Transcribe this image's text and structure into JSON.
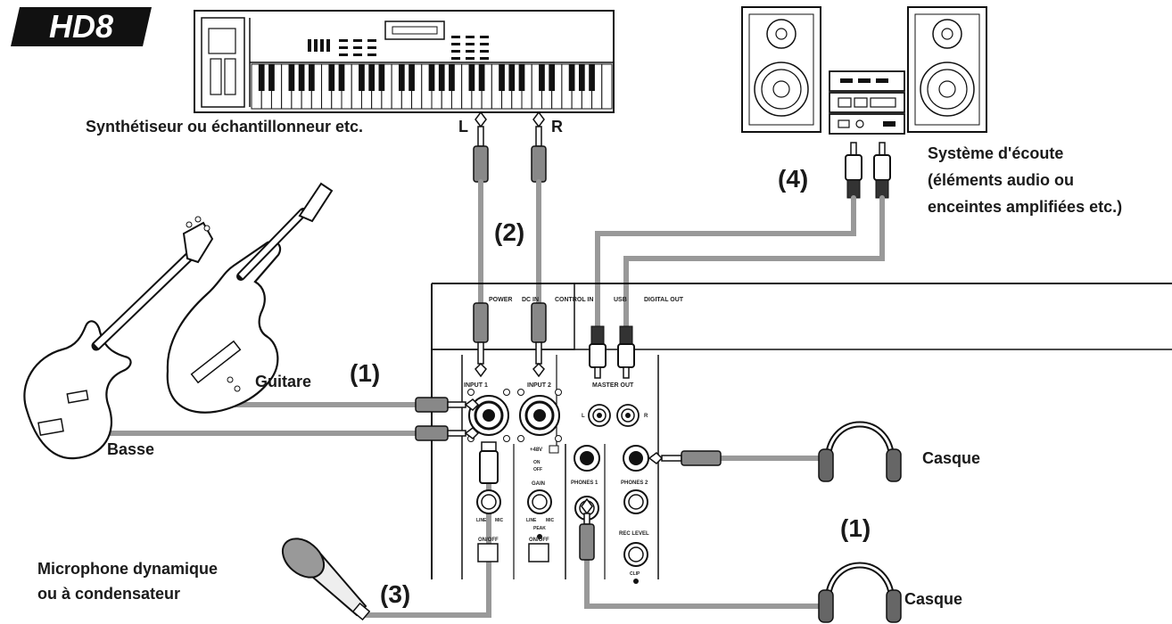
{
  "logo": "HD8",
  "devices": {
    "synth": "Synthétiseur ou échantillonneur etc.",
    "synth_left": "L",
    "synth_right": "R",
    "speakers_line1": "Système d'écoute",
    "speakers_line2": "(éléments audio ou",
    "speakers_line3": "enceintes amplifiées etc.)",
    "guitar": "Guitare",
    "bass": "Basse",
    "mic_line1": "Microphone dynamique",
    "mic_line2": "ou à condensateur",
    "headphones_top": "Casque",
    "headphones_bottom": "Casque"
  },
  "steps": {
    "s1a": "(1)",
    "s1b": "(1)",
    "s2": "(2)",
    "s3": "(3)",
    "s4": "(4)"
  },
  "panel": {
    "power": "POWER",
    "dc_in": "DC IN",
    "control_in": "CONTROL IN",
    "usb": "USB",
    "digital_out": "DIGITAL OUT",
    "input1": "INPUT 1",
    "input2": "INPUT 2",
    "master_out": "MASTER OUT",
    "master_l": "L",
    "master_r": "R",
    "phantom": "+48V",
    "phones1": "PHONES 1",
    "phones2": "PHONES 2",
    "gain": "GAIN",
    "peak": "PEAK",
    "line1": "LINE",
    "mic1": "MIC",
    "line2": "LINE",
    "mic2": "MIC",
    "onoff1": "ON/OFF",
    "onoff2": "ON/OFF",
    "rec_level": "REC LEVEL",
    "clip": "CLIP",
    "sw_on": "ON",
    "sw_off": "OFF"
  }
}
